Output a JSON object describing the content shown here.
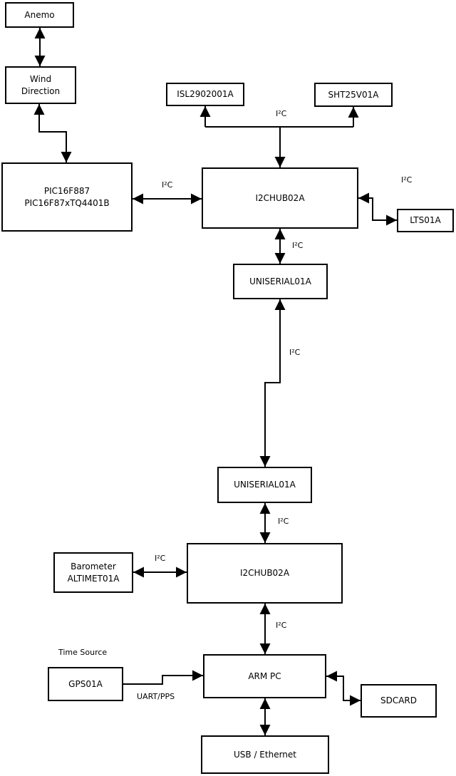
{
  "diagram": {
    "colors": {
      "line": "#000000",
      "box_fill": "#ffffff",
      "text": "#000000",
      "background": "#ffffff"
    },
    "boxes": {
      "anemo": "Anemo",
      "wind_direction": "Wind\nDirection",
      "pic": "PIC16F887\nPIC16F87xTQ4401B",
      "isl": "ISL2902001A",
      "sht": "SHT25V01A",
      "i2c_hub_top": "I2CHUB02A",
      "lts": "LTS01A",
      "uniserial_top": "UNISERIAL01A",
      "uniserial_bottom": "UNISERIAL01A",
      "i2c_hub_bottom": "I2CHUB02A",
      "barometer": "Barometer\nALTIMET01A",
      "gps": "GPS01A",
      "arm_pc": "ARM PC",
      "sdcard": "SDCARD",
      "usb_ethernet": "USB / Ethernet"
    },
    "edge_labels": {
      "i2c_sensor_branch": "I²C",
      "i2c_pic_hub": "I²C",
      "i2c_hub_lts": "I²C",
      "i2c_hub_uniserial": "I²C",
      "i2c_long_link": "I²C",
      "i2c_uniserial_hub2": "I²C",
      "i2c_barometer_hub2": "I²C",
      "i2c_hub2_armpc": "I²C",
      "time_source": "Time Source",
      "uart_pps": "UART/PPS"
    }
  }
}
